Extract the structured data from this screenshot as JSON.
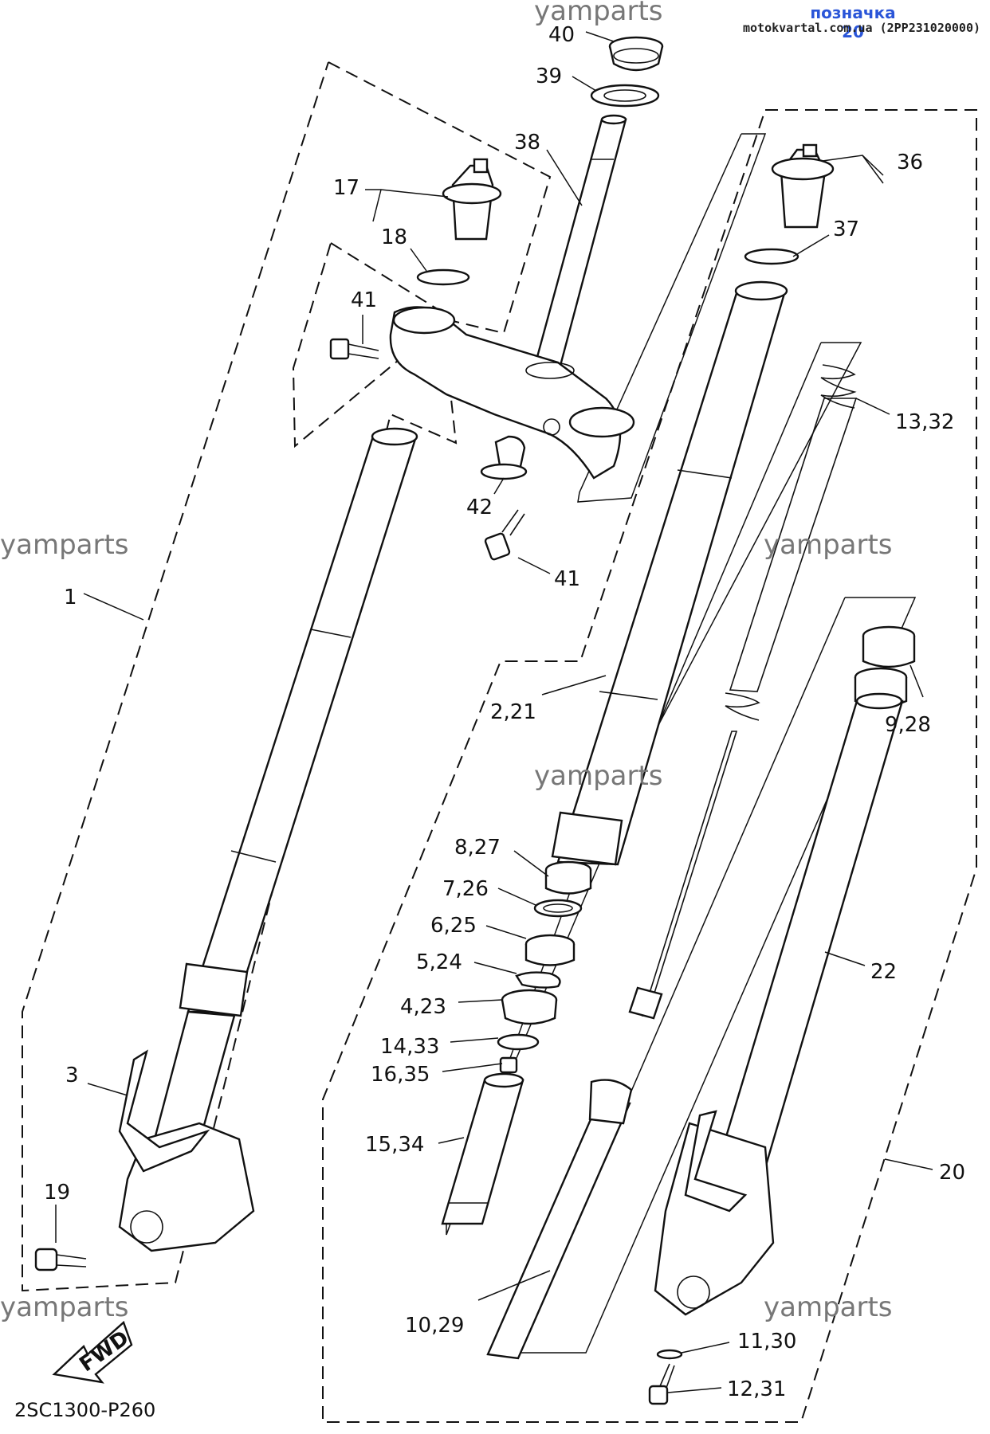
{
  "header": {
    "tag": "позначка 20",
    "source": "motokvartal.com.ua (2PP231020000)"
  },
  "watermarks": [
    "yamparts",
    "yamparts",
    "yamparts",
    "yamparts",
    "yamparts",
    "yamparts"
  ],
  "diagram_code": "2SC1300-P260",
  "fwd_label": "FWD",
  "callouts": {
    "p40": "40",
    "p39": "39",
    "p38": "38",
    "p17": "17",
    "p18": "18",
    "p41a": "41",
    "p41b": "41",
    "p42": "42",
    "p36": "36",
    "p37": "37",
    "p13": "13,32",
    "p1": "1",
    "p2": "2,21",
    "p9": "9,28",
    "p8": "8,27",
    "p7": "7,26",
    "p6": "6,25",
    "p5": "5,24",
    "p4": "4,23",
    "p14": "14,33",
    "p16": "16,35",
    "p15": "15,34",
    "p22": "22",
    "p3": "3",
    "p19": "19",
    "p20": "20",
    "p10": "10,29",
    "p11": "11,30",
    "p12": "12,31"
  }
}
